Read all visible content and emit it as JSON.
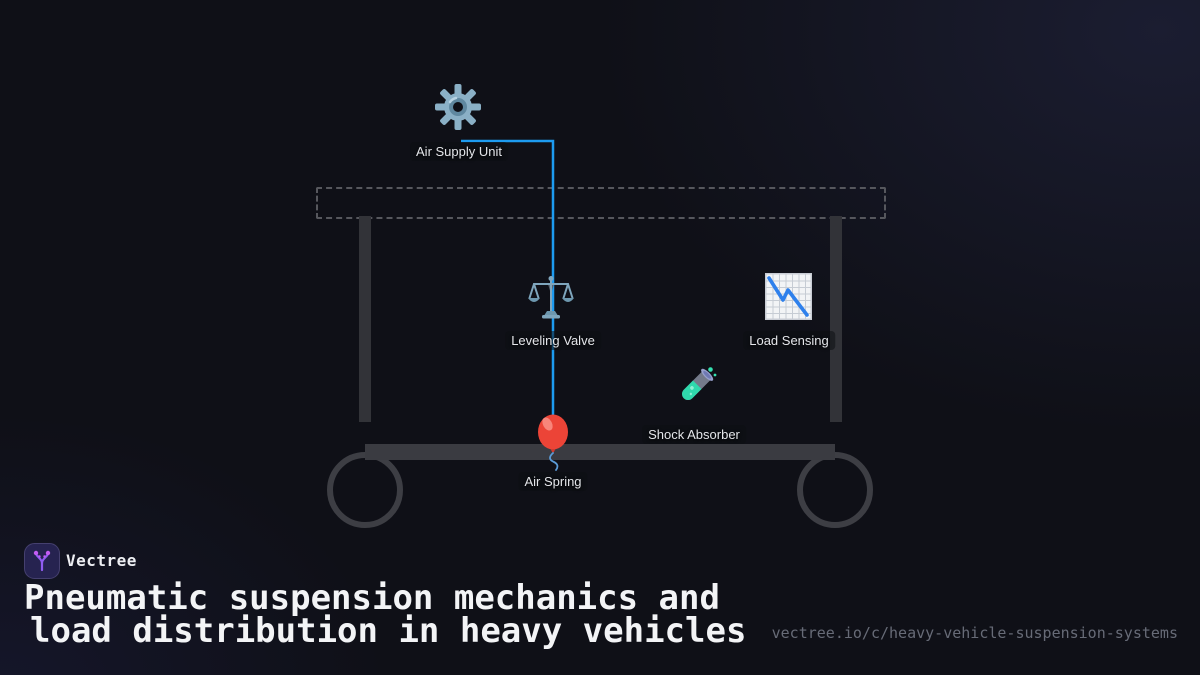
{
  "brand": {
    "name": "Vectree"
  },
  "diagram": {
    "connector_color": "#1d9bf0",
    "nodes": [
      {
        "id": "air-supply-unit",
        "label": "Air Supply Unit",
        "icon": "gear-icon"
      },
      {
        "id": "leveling-valve",
        "label": "Leveling Valve",
        "icon": "balance-scale-icon"
      },
      {
        "id": "load-sensing",
        "label": "Load Sensing",
        "icon": "chart-decreasing-icon"
      },
      {
        "id": "shock-absorber",
        "label": "Shock Absorber",
        "icon": "test-tube-icon"
      },
      {
        "id": "air-spring",
        "label": "Air Spring",
        "icon": "balloon-icon"
      }
    ]
  },
  "footer": {
    "title_line1": "Pneumatic suspension mechanics and",
    "title_line2": "load distribution in heavy vehicles",
    "url": "vectree.io/c/heavy-vehicle-suspension-systems"
  },
  "colors": {
    "background": "#0f1017",
    "accent_blue": "#1d9bf0",
    "brand_purple": "#9b5cf6",
    "structure_gray": "#3a3b41"
  }
}
